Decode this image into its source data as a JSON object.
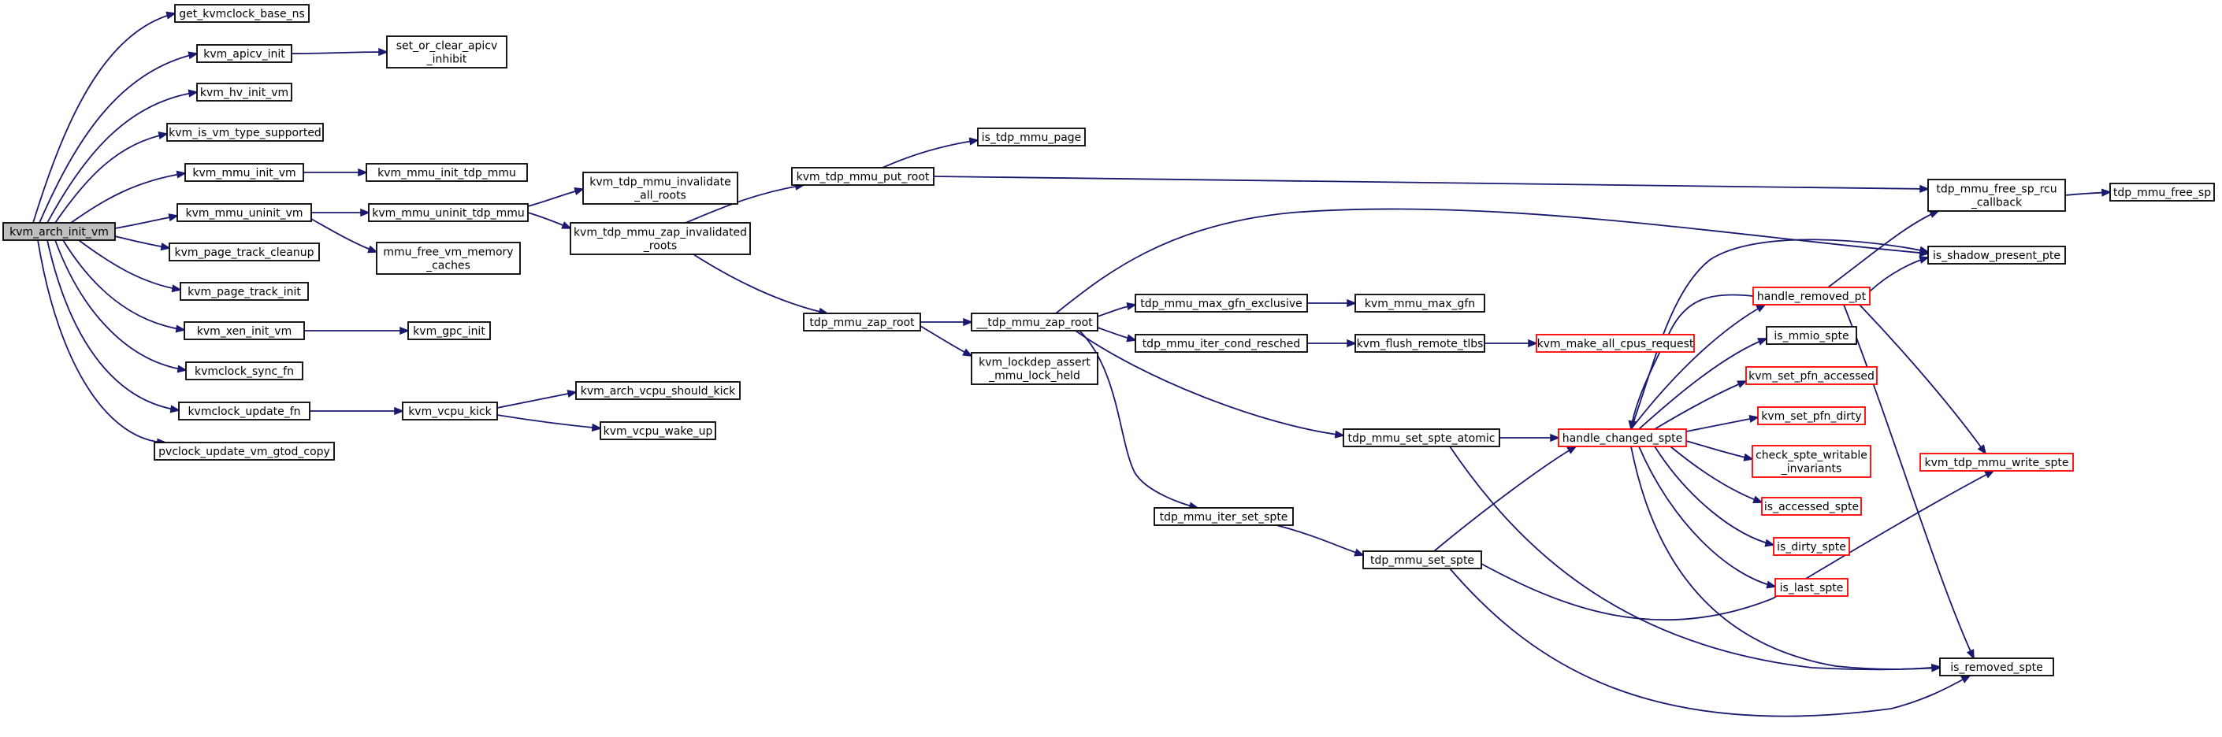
{
  "graph": {
    "colors": {
      "edge": "#191970",
      "node_border": "#000000",
      "truncated_border": "#ff0000",
      "root_fill": "#bfbfbf",
      "node_fill": "#ffffff"
    },
    "nodes": [
      {
        "id": "kvm_arch_init_vm",
        "lines": [
          "kvm_arch_init_vm"
        ],
        "style": "root"
      },
      {
        "id": "get_kvmclock_base_ns",
        "lines": [
          "get_kvmclock_base_ns"
        ],
        "style": "normal"
      },
      {
        "id": "kvm_apicv_init",
        "lines": [
          "kvm_apicv_init"
        ],
        "style": "normal"
      },
      {
        "id": "set_or_clear_apicv_inhibit",
        "lines": [
          "set_or_clear_apicv",
          "_inhibit"
        ],
        "style": "normal"
      },
      {
        "id": "kvm_hv_init_vm",
        "lines": [
          "kvm_hv_init_vm"
        ],
        "style": "normal"
      },
      {
        "id": "kvm_is_vm_type_supported",
        "lines": [
          "kvm_is_vm_type_supported"
        ],
        "style": "normal"
      },
      {
        "id": "kvm_mmu_init_vm",
        "lines": [
          "kvm_mmu_init_vm"
        ],
        "style": "normal"
      },
      {
        "id": "kvm_mmu_init_tdp_mmu",
        "lines": [
          "kvm_mmu_init_tdp_mmu"
        ],
        "style": "normal"
      },
      {
        "id": "kvm_mmu_uninit_vm",
        "lines": [
          "kvm_mmu_uninit_vm"
        ],
        "style": "normal"
      },
      {
        "id": "kvm_mmu_uninit_tdp_mmu",
        "lines": [
          "kvm_mmu_uninit_tdp_mmu"
        ],
        "style": "normal"
      },
      {
        "id": "kvm_tdp_mmu_invalidate_all_roots",
        "lines": [
          "kvm_tdp_mmu_invalidate",
          "_all_roots"
        ],
        "style": "normal"
      },
      {
        "id": "kvm_tdp_mmu_zap_invalidated_roots",
        "lines": [
          "kvm_tdp_mmu_zap_invalidated",
          "_roots"
        ],
        "style": "normal"
      },
      {
        "id": "mmu_free_vm_memory_caches",
        "lines": [
          "mmu_free_vm_memory",
          "_caches"
        ],
        "style": "normal"
      },
      {
        "id": "kvm_page_track_cleanup",
        "lines": [
          "kvm_page_track_cleanup"
        ],
        "style": "normal"
      },
      {
        "id": "kvm_page_track_init",
        "lines": [
          "kvm_page_track_init"
        ],
        "style": "normal"
      },
      {
        "id": "kvm_xen_init_vm",
        "lines": [
          "kvm_xen_init_vm"
        ],
        "style": "normal"
      },
      {
        "id": "kvm_gpc_init",
        "lines": [
          "kvm_gpc_init"
        ],
        "style": "normal"
      },
      {
        "id": "kvmclock_sync_fn",
        "lines": [
          "kvmclock_sync_fn"
        ],
        "style": "normal"
      },
      {
        "id": "kvmclock_update_fn",
        "lines": [
          "kvmclock_update_fn"
        ],
        "style": "normal"
      },
      {
        "id": "kvm_vcpu_kick",
        "lines": [
          "kvm_vcpu_kick"
        ],
        "style": "normal"
      },
      {
        "id": "kvm_arch_vcpu_should_kick",
        "lines": [
          "kvm_arch_vcpu_should_kick"
        ],
        "style": "normal"
      },
      {
        "id": "kvm_vcpu_wake_up",
        "lines": [
          "kvm_vcpu_wake_up"
        ],
        "style": "normal"
      },
      {
        "id": "pvclock_update_vm_gtod_copy",
        "lines": [
          "pvclock_update_vm_gtod_copy"
        ],
        "style": "normal"
      },
      {
        "id": "kvm_tdp_mmu_put_root",
        "lines": [
          "kvm_tdp_mmu_put_root"
        ],
        "style": "normal"
      },
      {
        "id": "is_tdp_mmu_page",
        "lines": [
          "is_tdp_mmu_page"
        ],
        "style": "normal"
      },
      {
        "id": "tdp_mmu_zap_root",
        "lines": [
          "tdp_mmu_zap_root"
        ],
        "style": "normal"
      },
      {
        "id": "__tdp_mmu_zap_root",
        "lines": [
          "__tdp_mmu_zap_root"
        ],
        "style": "normal"
      },
      {
        "id": "kvm_lockdep_assert_mmu_lock_held",
        "lines": [
          "kvm_lockdep_assert",
          "_mmu_lock_held"
        ],
        "style": "normal"
      },
      {
        "id": "tdp_mmu_max_gfn_exclusive",
        "lines": [
          "tdp_mmu_max_gfn_exclusive"
        ],
        "style": "normal"
      },
      {
        "id": "kvm_mmu_max_gfn",
        "lines": [
          "kvm_mmu_max_gfn"
        ],
        "style": "normal"
      },
      {
        "id": "tdp_mmu_iter_cond_resched",
        "lines": [
          "tdp_mmu_iter_cond_resched"
        ],
        "style": "normal"
      },
      {
        "id": "kvm_flush_remote_tlbs",
        "lines": [
          "kvm_flush_remote_tlbs"
        ],
        "style": "normal"
      },
      {
        "id": "kvm_make_all_cpus_request",
        "lines": [
          "kvm_make_all_cpus_request"
        ],
        "style": "truncated"
      },
      {
        "id": "tdp_mmu_set_spte_atomic",
        "lines": [
          "tdp_mmu_set_spte_atomic"
        ],
        "style": "normal"
      },
      {
        "id": "tdp_mmu_iter_set_spte",
        "lines": [
          "tdp_mmu_iter_set_spte"
        ],
        "style": "normal"
      },
      {
        "id": "tdp_mmu_set_spte",
        "lines": [
          "tdp_mmu_set_spte"
        ],
        "style": "normal"
      },
      {
        "id": "handle_changed_spte",
        "lines": [
          "handle_changed_spte"
        ],
        "style": "truncated"
      },
      {
        "id": "handle_removed_pt",
        "lines": [
          "handle_removed_pt"
        ],
        "style": "truncated"
      },
      {
        "id": "is_mmio_spte",
        "lines": [
          "is_mmio_spte"
        ],
        "style": "normal"
      },
      {
        "id": "kvm_set_pfn_accessed",
        "lines": [
          "kvm_set_pfn_accessed"
        ],
        "style": "truncated"
      },
      {
        "id": "kvm_set_pfn_dirty",
        "lines": [
          "kvm_set_pfn_dirty"
        ],
        "style": "truncated"
      },
      {
        "id": "check_spte_writable_invariants",
        "lines": [
          "check_spte_writable",
          "_invariants"
        ],
        "style": "truncated"
      },
      {
        "id": "is_accessed_spte",
        "lines": [
          "is_accessed_spte"
        ],
        "style": "truncated"
      },
      {
        "id": "is_dirty_spte",
        "lines": [
          "is_dirty_spte"
        ],
        "style": "truncated"
      },
      {
        "id": "is_last_spte",
        "lines": [
          "is_last_spte"
        ],
        "style": "truncated"
      },
      {
        "id": "tdp_mmu_free_sp_rcu_callback",
        "lines": [
          "tdp_mmu_free_sp_rcu",
          "_callback"
        ],
        "style": "normal"
      },
      {
        "id": "tdp_mmu_free_sp",
        "lines": [
          "tdp_mmu_free_sp"
        ],
        "style": "normal"
      },
      {
        "id": "is_shadow_present_pte",
        "lines": [
          "is_shadow_present_pte"
        ],
        "style": "normal"
      },
      {
        "id": "kvm_tdp_mmu_write_spte",
        "lines": [
          "kvm_tdp_mmu_write_spte"
        ],
        "style": "truncated"
      },
      {
        "id": "is_removed_spte",
        "lines": [
          "is_removed_spte"
        ],
        "style": "normal"
      }
    ],
    "edges": [
      [
        "kvm_arch_init_vm",
        "get_kvmclock_base_ns"
      ],
      [
        "kvm_arch_init_vm",
        "kvm_apicv_init"
      ],
      [
        "kvm_arch_init_vm",
        "kvm_hv_init_vm"
      ],
      [
        "kvm_arch_init_vm",
        "kvm_is_vm_type_supported"
      ],
      [
        "kvm_arch_init_vm",
        "kvm_mmu_init_vm"
      ],
      [
        "kvm_arch_init_vm",
        "kvm_mmu_uninit_vm"
      ],
      [
        "kvm_arch_init_vm",
        "kvm_page_track_cleanup"
      ],
      [
        "kvm_arch_init_vm",
        "kvm_page_track_init"
      ],
      [
        "kvm_arch_init_vm",
        "kvm_xen_init_vm"
      ],
      [
        "kvm_arch_init_vm",
        "kvmclock_sync_fn"
      ],
      [
        "kvm_arch_init_vm",
        "kvmclock_update_fn"
      ],
      [
        "kvm_arch_init_vm",
        "pvclock_update_vm_gtod_copy"
      ],
      [
        "kvm_apicv_init",
        "set_or_clear_apicv_inhibit"
      ],
      [
        "kvm_mmu_init_vm",
        "kvm_mmu_init_tdp_mmu"
      ],
      [
        "kvm_mmu_uninit_vm",
        "kvm_mmu_uninit_tdp_mmu"
      ],
      [
        "kvm_mmu_uninit_vm",
        "mmu_free_vm_memory_caches"
      ],
      [
        "kvm_mmu_uninit_tdp_mmu",
        "kvm_tdp_mmu_invalidate_all_roots"
      ],
      [
        "kvm_mmu_uninit_tdp_mmu",
        "kvm_tdp_mmu_zap_invalidated_roots"
      ],
      [
        "kvm_xen_init_vm",
        "kvm_gpc_init"
      ],
      [
        "kvmclock_update_fn",
        "kvm_vcpu_kick"
      ],
      [
        "kvm_vcpu_kick",
        "kvm_arch_vcpu_should_kick"
      ],
      [
        "kvm_vcpu_kick",
        "kvm_vcpu_wake_up"
      ],
      [
        "kvm_tdp_mmu_zap_invalidated_roots",
        "kvm_tdp_mmu_put_root"
      ],
      [
        "kvm_tdp_mmu_zap_invalidated_roots",
        "tdp_mmu_zap_root"
      ],
      [
        "kvm_tdp_mmu_put_root",
        "is_tdp_mmu_page"
      ],
      [
        "kvm_tdp_mmu_put_root",
        "tdp_mmu_free_sp_rcu_callback"
      ],
      [
        "tdp_mmu_zap_root",
        "__tdp_mmu_zap_root"
      ],
      [
        "tdp_mmu_zap_root",
        "kvm_lockdep_assert_mmu_lock_held"
      ],
      [
        "__tdp_mmu_zap_root",
        "is_shadow_present_pte"
      ],
      [
        "__tdp_mmu_zap_root",
        "tdp_mmu_max_gfn_exclusive"
      ],
      [
        "__tdp_mmu_zap_root",
        "tdp_mmu_iter_cond_resched"
      ],
      [
        "__tdp_mmu_zap_root",
        "tdp_mmu_set_spte_atomic"
      ],
      [
        "__tdp_mmu_zap_root",
        "tdp_mmu_iter_set_spte"
      ],
      [
        "tdp_mmu_max_gfn_exclusive",
        "kvm_mmu_max_gfn"
      ],
      [
        "tdp_mmu_iter_cond_resched",
        "kvm_flush_remote_tlbs"
      ],
      [
        "kvm_flush_remote_tlbs",
        "kvm_make_all_cpus_request"
      ],
      [
        "tdp_mmu_set_spte_atomic",
        "handle_changed_spte"
      ],
      [
        "tdp_mmu_set_spte_atomic",
        "is_removed_spte"
      ],
      [
        "tdp_mmu_iter_set_spte",
        "tdp_mmu_set_spte"
      ],
      [
        "tdp_mmu_set_spte",
        "handle_changed_spte"
      ],
      [
        "tdp_mmu_set_spte",
        "kvm_tdp_mmu_write_spte"
      ],
      [
        "tdp_mmu_set_spte",
        "is_removed_spte"
      ],
      [
        "handle_changed_spte",
        "handle_removed_pt"
      ],
      [
        "handle_changed_spte",
        "is_shadow_present_pte"
      ],
      [
        "handle_changed_spte",
        "is_mmio_spte"
      ],
      [
        "handle_changed_spte",
        "kvm_set_pfn_accessed"
      ],
      [
        "handle_changed_spte",
        "kvm_set_pfn_dirty"
      ],
      [
        "handle_changed_spte",
        "check_spte_writable_invariants"
      ],
      [
        "handle_changed_spte",
        "is_accessed_spte"
      ],
      [
        "handle_changed_spte",
        "is_dirty_spte"
      ],
      [
        "handle_changed_spte",
        "is_last_spte"
      ],
      [
        "handle_changed_spte",
        "is_removed_spte"
      ],
      [
        "handle_removed_pt",
        "handle_changed_spte"
      ],
      [
        "handle_removed_pt",
        "tdp_mmu_free_sp_rcu_callback"
      ],
      [
        "handle_removed_pt",
        "is_shadow_present_pte"
      ],
      [
        "handle_removed_pt",
        "kvm_tdp_mmu_write_spte"
      ],
      [
        "handle_removed_pt",
        "is_removed_spte"
      ],
      [
        "tdp_mmu_free_sp_rcu_callback",
        "tdp_mmu_free_sp"
      ]
    ]
  }
}
